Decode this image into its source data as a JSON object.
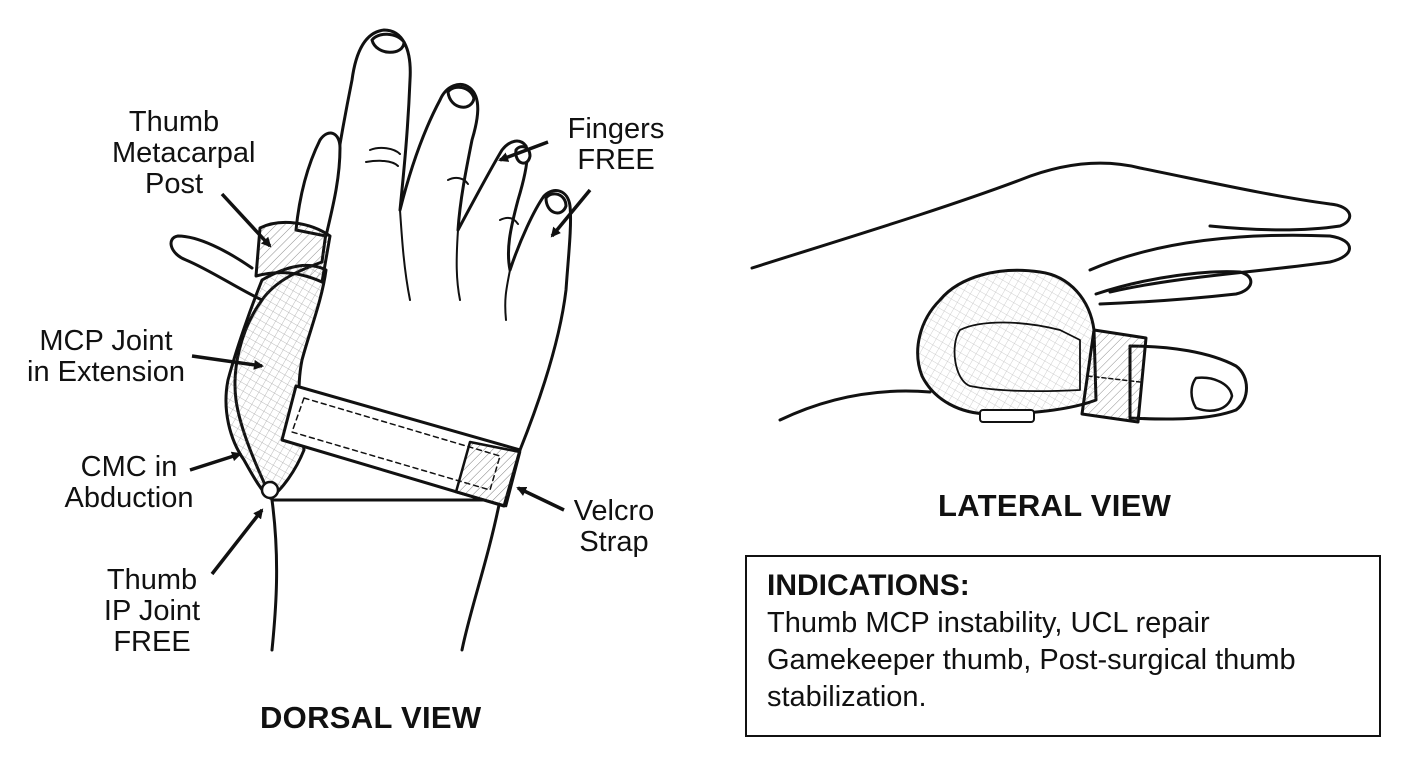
{
  "labels": {
    "thumb_metacarpal_post": [
      "Thumb",
      "Metacarpal",
      "Post"
    ],
    "mcp_joint": [
      "MCP Joint",
      "in Extension"
    ],
    "cmc_abduction": [
      "CMC in",
      "Abduction"
    ],
    "thumb_ip_joint": [
      "Thumb",
      "IP Joint",
      "FREE"
    ],
    "fingers_free": [
      "Fingers",
      "FREE"
    ],
    "velcro_strap": [
      "Velcro",
      "Strap"
    ]
  },
  "views": {
    "dorsal": "DORSAL VIEW",
    "lateral": "LATERAL VIEW"
  },
  "indications": {
    "title": "INDICATIONS:",
    "lines": [
      "Thumb MCP instability, UCL repair",
      "Gamekeeper thumb, Post-surgical thumb",
      "stabilization."
    ]
  }
}
